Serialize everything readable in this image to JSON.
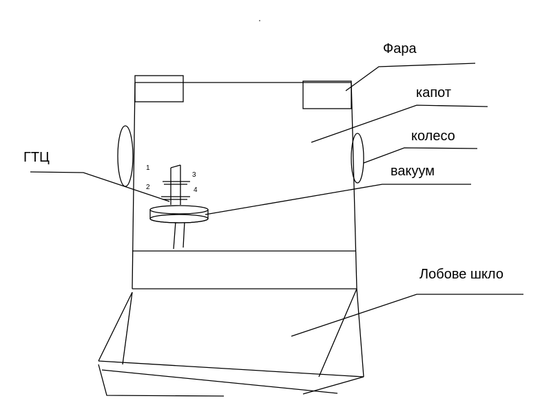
{
  "labels": {
    "headlight": "Фара",
    "hood": "капот",
    "wheel": "колесо",
    "vacuum": "вакуум",
    "master_cylinder": "ГТЦ",
    "windshield": "Лобове шкло"
  },
  "numbers": [
    "1",
    "2",
    "3",
    "4"
  ]
}
